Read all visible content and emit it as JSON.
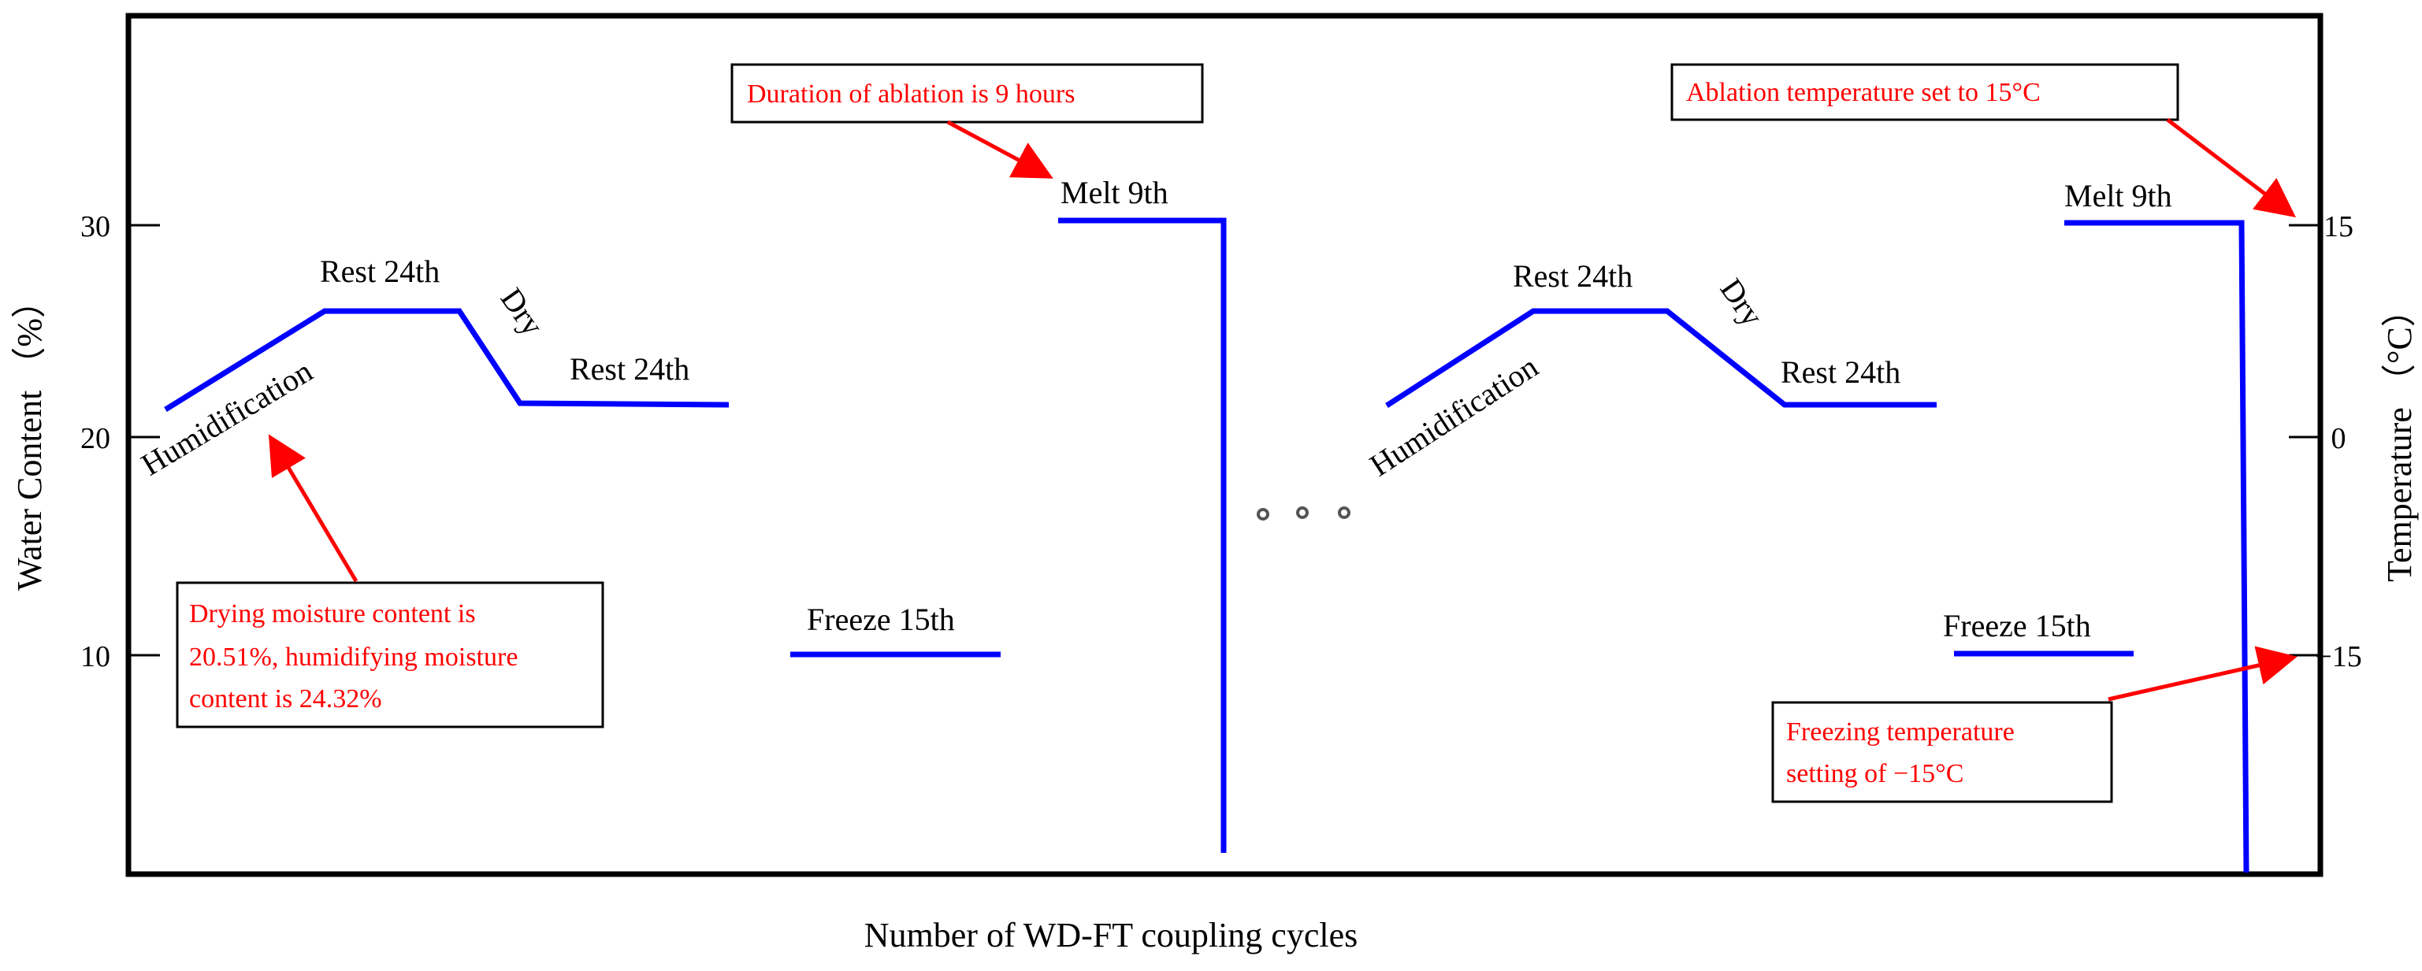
{
  "figure": {
    "x_axis_title": "Number of  WD-FT coupling cycles",
    "left_axis_title": "Water  Content  （%）",
    "right_axis_title": "Temperature （°C）",
    "left_ticks": [
      "30",
      "20",
      "10"
    ],
    "right_ticks": [
      "15",
      "0",
      "−15"
    ],
    "ellipsis": "∘ ∘ ∘",
    "colors": {
      "process_line": "#0000ff",
      "annotation": "#ff0000",
      "frame": "#000000"
    }
  },
  "segments": {
    "humidification": "Humidification",
    "rest_top": "Rest 24th",
    "dry": "Dry",
    "rest_bottom": "Rest 24th",
    "freeze": "Freeze 15th",
    "melt": "Melt 9th"
  },
  "annotations": {
    "ablation_duration": "Duration of ablation is 9 hours",
    "ablation_temperature": "Ablation temperature set to 15°C",
    "moisture_lines": [
      "Drying moisture content is",
      "20.51%, humidifying moisture",
      "content is 24.32%"
    ],
    "freezing_lines": [
      "Freezing temperature",
      "setting of −15°C"
    ]
  }
}
